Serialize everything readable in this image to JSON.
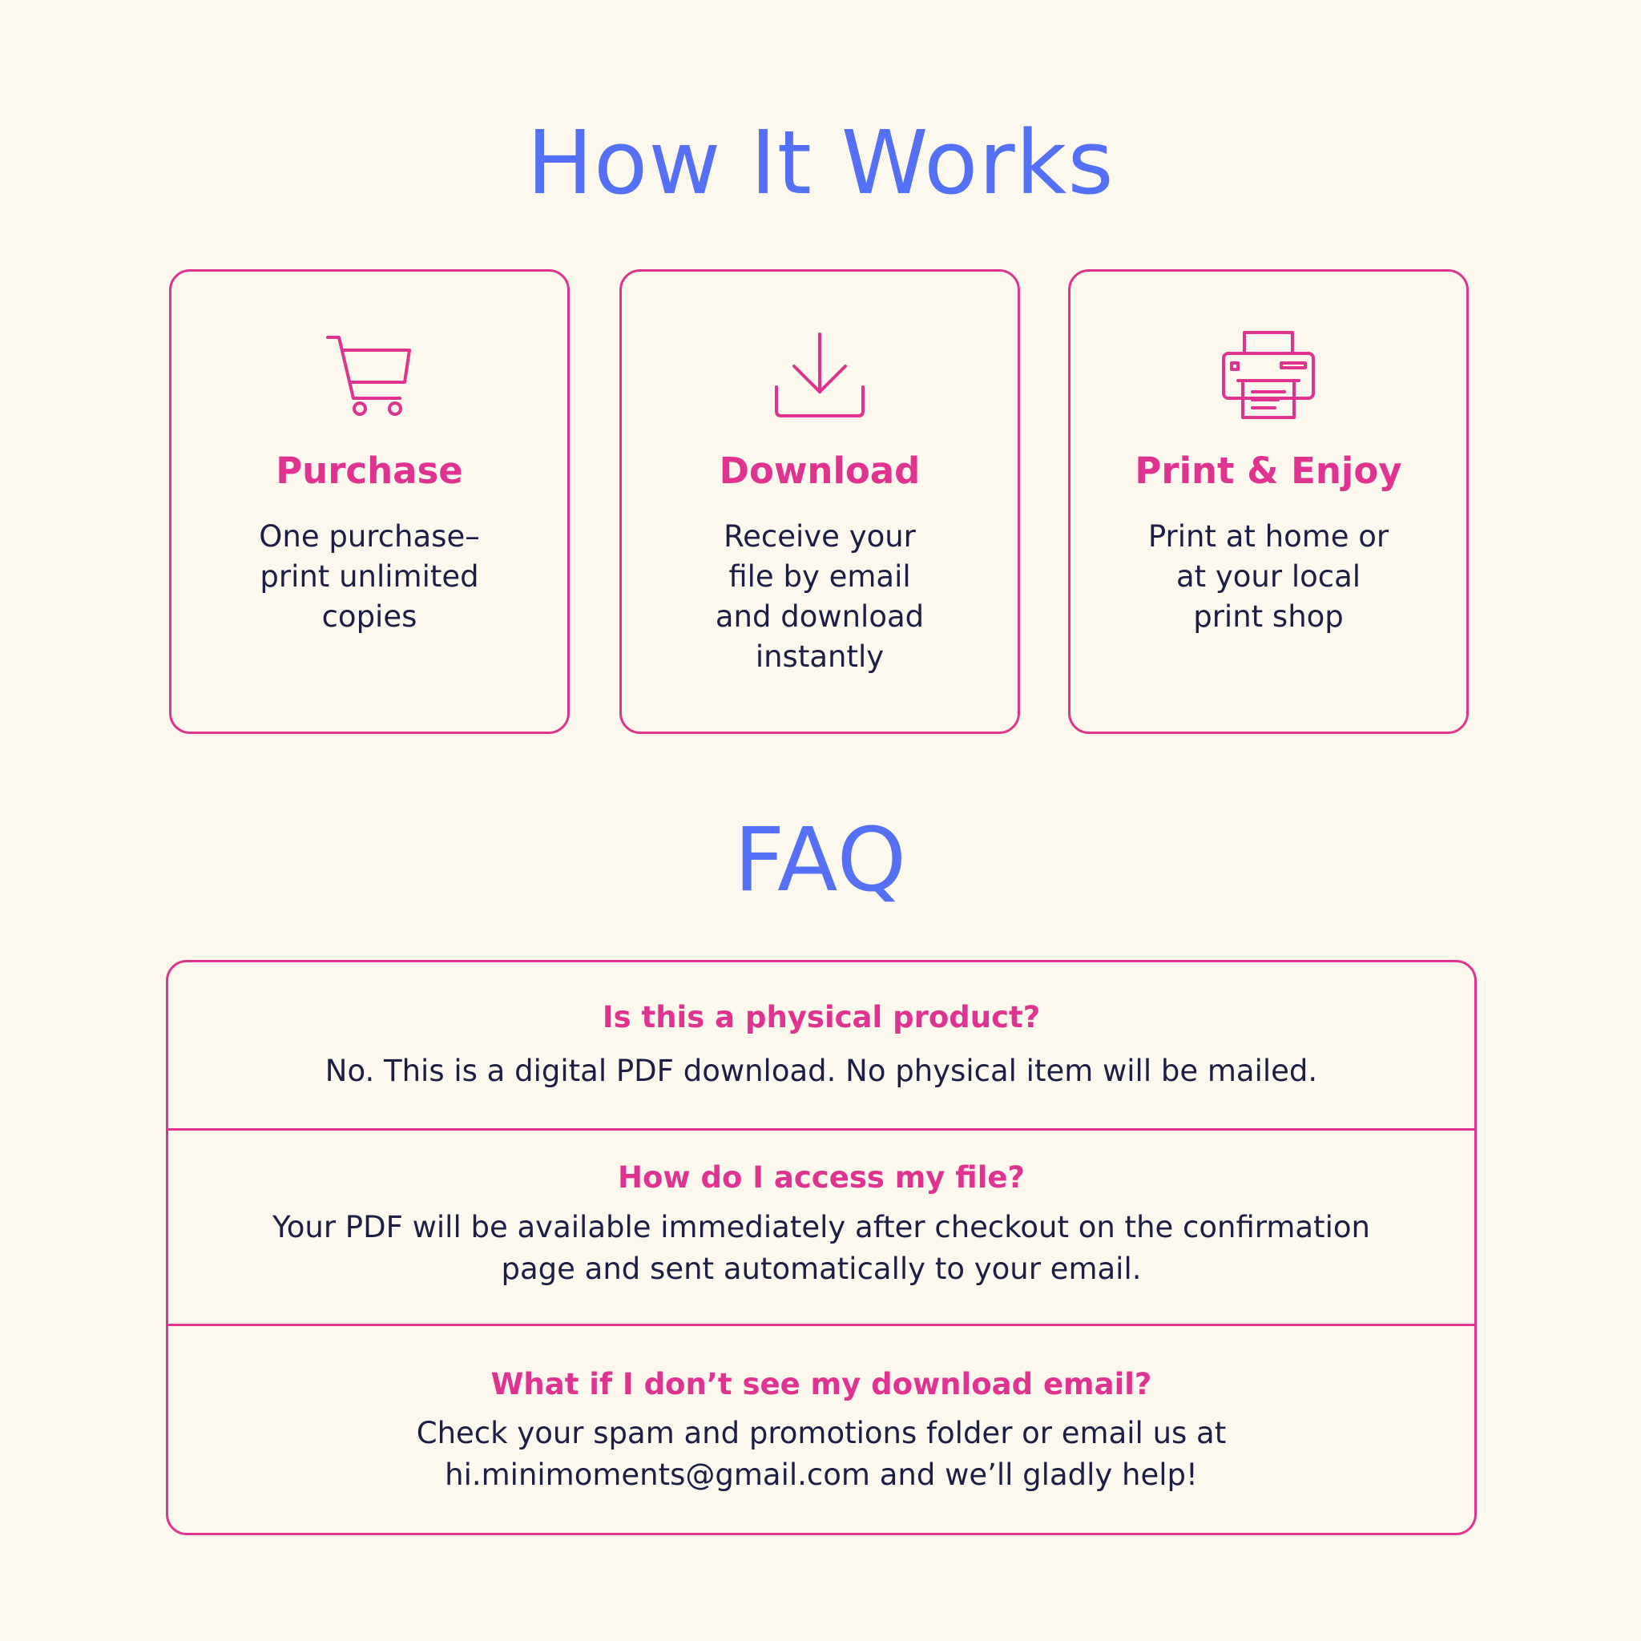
{
  "how_it_works": {
    "title": "How It Works",
    "steps": [
      {
        "icon": "shopping-cart-icon",
        "title": "Purchase",
        "description": "One purchase–\nprint unlimited\ncopies"
      },
      {
        "icon": "download-icon",
        "title": "Download",
        "description": "Receive your\nfile by email\nand download\ninstantly"
      },
      {
        "icon": "printer-icon",
        "title": "Print & Enjoy",
        "description": "Print at home or\nat your local\nprint shop"
      }
    ]
  },
  "faq": {
    "title": "FAQ",
    "items": [
      {
        "question": "Is this a physical product?",
        "answer": "No. This is a digital PDF download. No physical item will be mailed."
      },
      {
        "question": "How do I access my file?",
        "answer": "Your PDF will be available immediately after checkout on the confirmation\npage and sent automatically to your email."
      },
      {
        "question": "What if I don’t see my download email?",
        "answer": "Check your spam and promotions folder or email us at\nhi.minimoments@gmail.com and we’ll gladly help!"
      }
    ]
  },
  "colors": {
    "background": "#fcf8ee",
    "heading_blue": "#5470f6",
    "accent_pink": "#e0338f",
    "body_text": "#1c1e45"
  }
}
